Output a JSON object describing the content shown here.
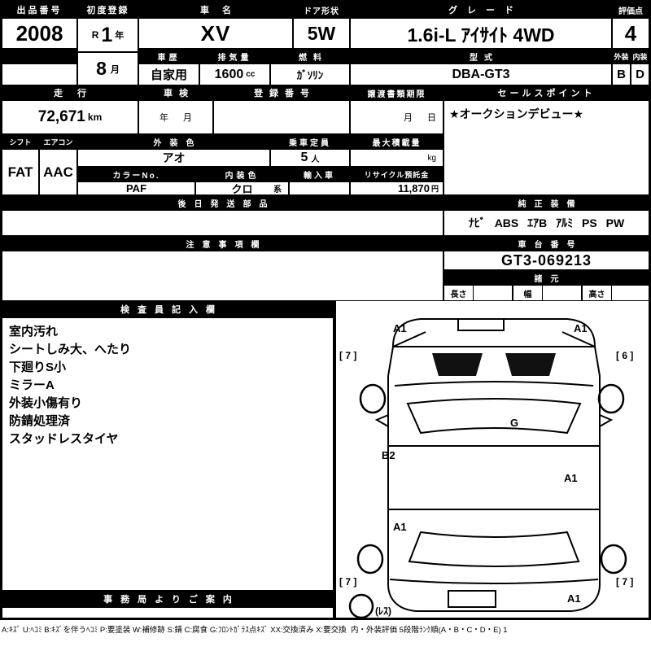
{
  "labels": {
    "lot": "出品番号",
    "first_reg": "初度登録",
    "car_name": "車名",
    "door_shape": "ドア形状",
    "grade": "グレード",
    "score": "評価点",
    "exterior": "外装",
    "interior": "内装",
    "history": "車歴",
    "displacement": "排気量",
    "fuel": "燃料",
    "model_code": "型式",
    "mileage": "走行",
    "inspection_expiry": "車検",
    "reg_number": "登録番号",
    "transfer_deadline": "譲渡書類期限",
    "sales_point": "セールスポイント",
    "shift": "シフト",
    "aircon": "エアコン",
    "ext_color": "外装色",
    "capacity": "乗車定員",
    "max_load": "最大積載量",
    "color_no": "カラーNo.",
    "int_color": "内装色",
    "import_car": "輸入車",
    "recycle_deposit": "リサイクル預託金",
    "later_parts": "後日発送部品",
    "equipment": "純正装備",
    "caution": "注意事項欄",
    "chassis_no": "車台番号",
    "specs": "諸元",
    "length": "長さ",
    "width": "幅",
    "height": "高さ",
    "inspector": "検査員記入欄",
    "office": "事務局よりご案内",
    "year": "年",
    "month": "月",
    "day": "日",
    "person": "人",
    "kg": "kg",
    "yen": "円",
    "km": "km",
    "cc": "cc",
    "kei": "系"
  },
  "values": {
    "lot": "2008",
    "reg_era": "R",
    "reg_year": "1",
    "reg_month": "8",
    "car_name": "XV",
    "door_shape": "5W",
    "grade": "1.6i-L ｱｲｻｲﾄ 4WD",
    "score": "4",
    "exterior": "B",
    "interior": "D",
    "history": "自家用",
    "displacement": "1600",
    "fuel": "ｶﾞｿﾘﾝ",
    "model_code": "DBA-GT3",
    "mileage": "72,671",
    "sales_point": "★オークションデビュー★",
    "shift": "FAT",
    "aircon": "AAC",
    "ext_color": "アオ",
    "capacity": "5",
    "color_no": "PAF",
    "int_color": "クロ",
    "recycle_deposit": "11,870",
    "equipment": "ﾅﾋﾞ ABS ｴｱB ｱﾙﾐ PS PW",
    "chassis_no": "GT3-069213"
  },
  "inspection": {
    "notes": [
      "室内汚れ",
      "シートしみ大、へたり",
      "下廻りS小",
      "ミラーA",
      "外装小傷有り",
      "防錆処理済",
      "スタッドレスタイヤ"
    ]
  },
  "diagram": {
    "marks": [
      "A1",
      "A1",
      "[ 7 ]",
      "[ 6 ]",
      "G",
      "B2",
      "A1",
      "A1",
      "[ 7 ]",
      "[ 7 ]",
      "A1",
      "(ﾚｽ)"
    ]
  },
  "legend": "A:ｷｽﾞ U:ﾍｺﾐ B:ｷｽﾞを伴うﾍｺﾐ P:要塗装 W:補修跡 S:錆 C:腐食 G:ﾌﾛﾝﾄｶﾞﾗｽ点ｷｽﾞ XX:交換済み X:要交換  内・外装評価 5段階ﾗﾝｸ順(A・B・C・D・E) 1"
}
